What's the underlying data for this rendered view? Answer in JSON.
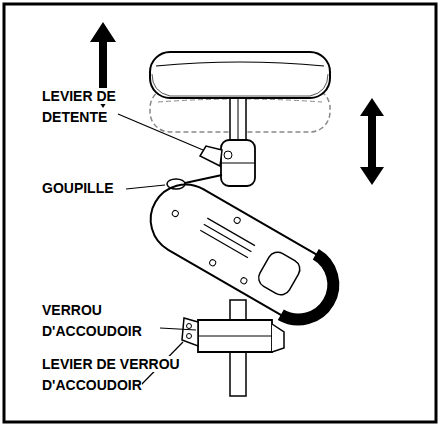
{
  "diagram": {
    "labels": [
      "LEVIER DE DETENTE",
      "GOUPILLE",
      "VERROU D'ACCOUDOIR",
      "LEVIER DE VERROU D'ACCOUDOIR"
    ]
  }
}
